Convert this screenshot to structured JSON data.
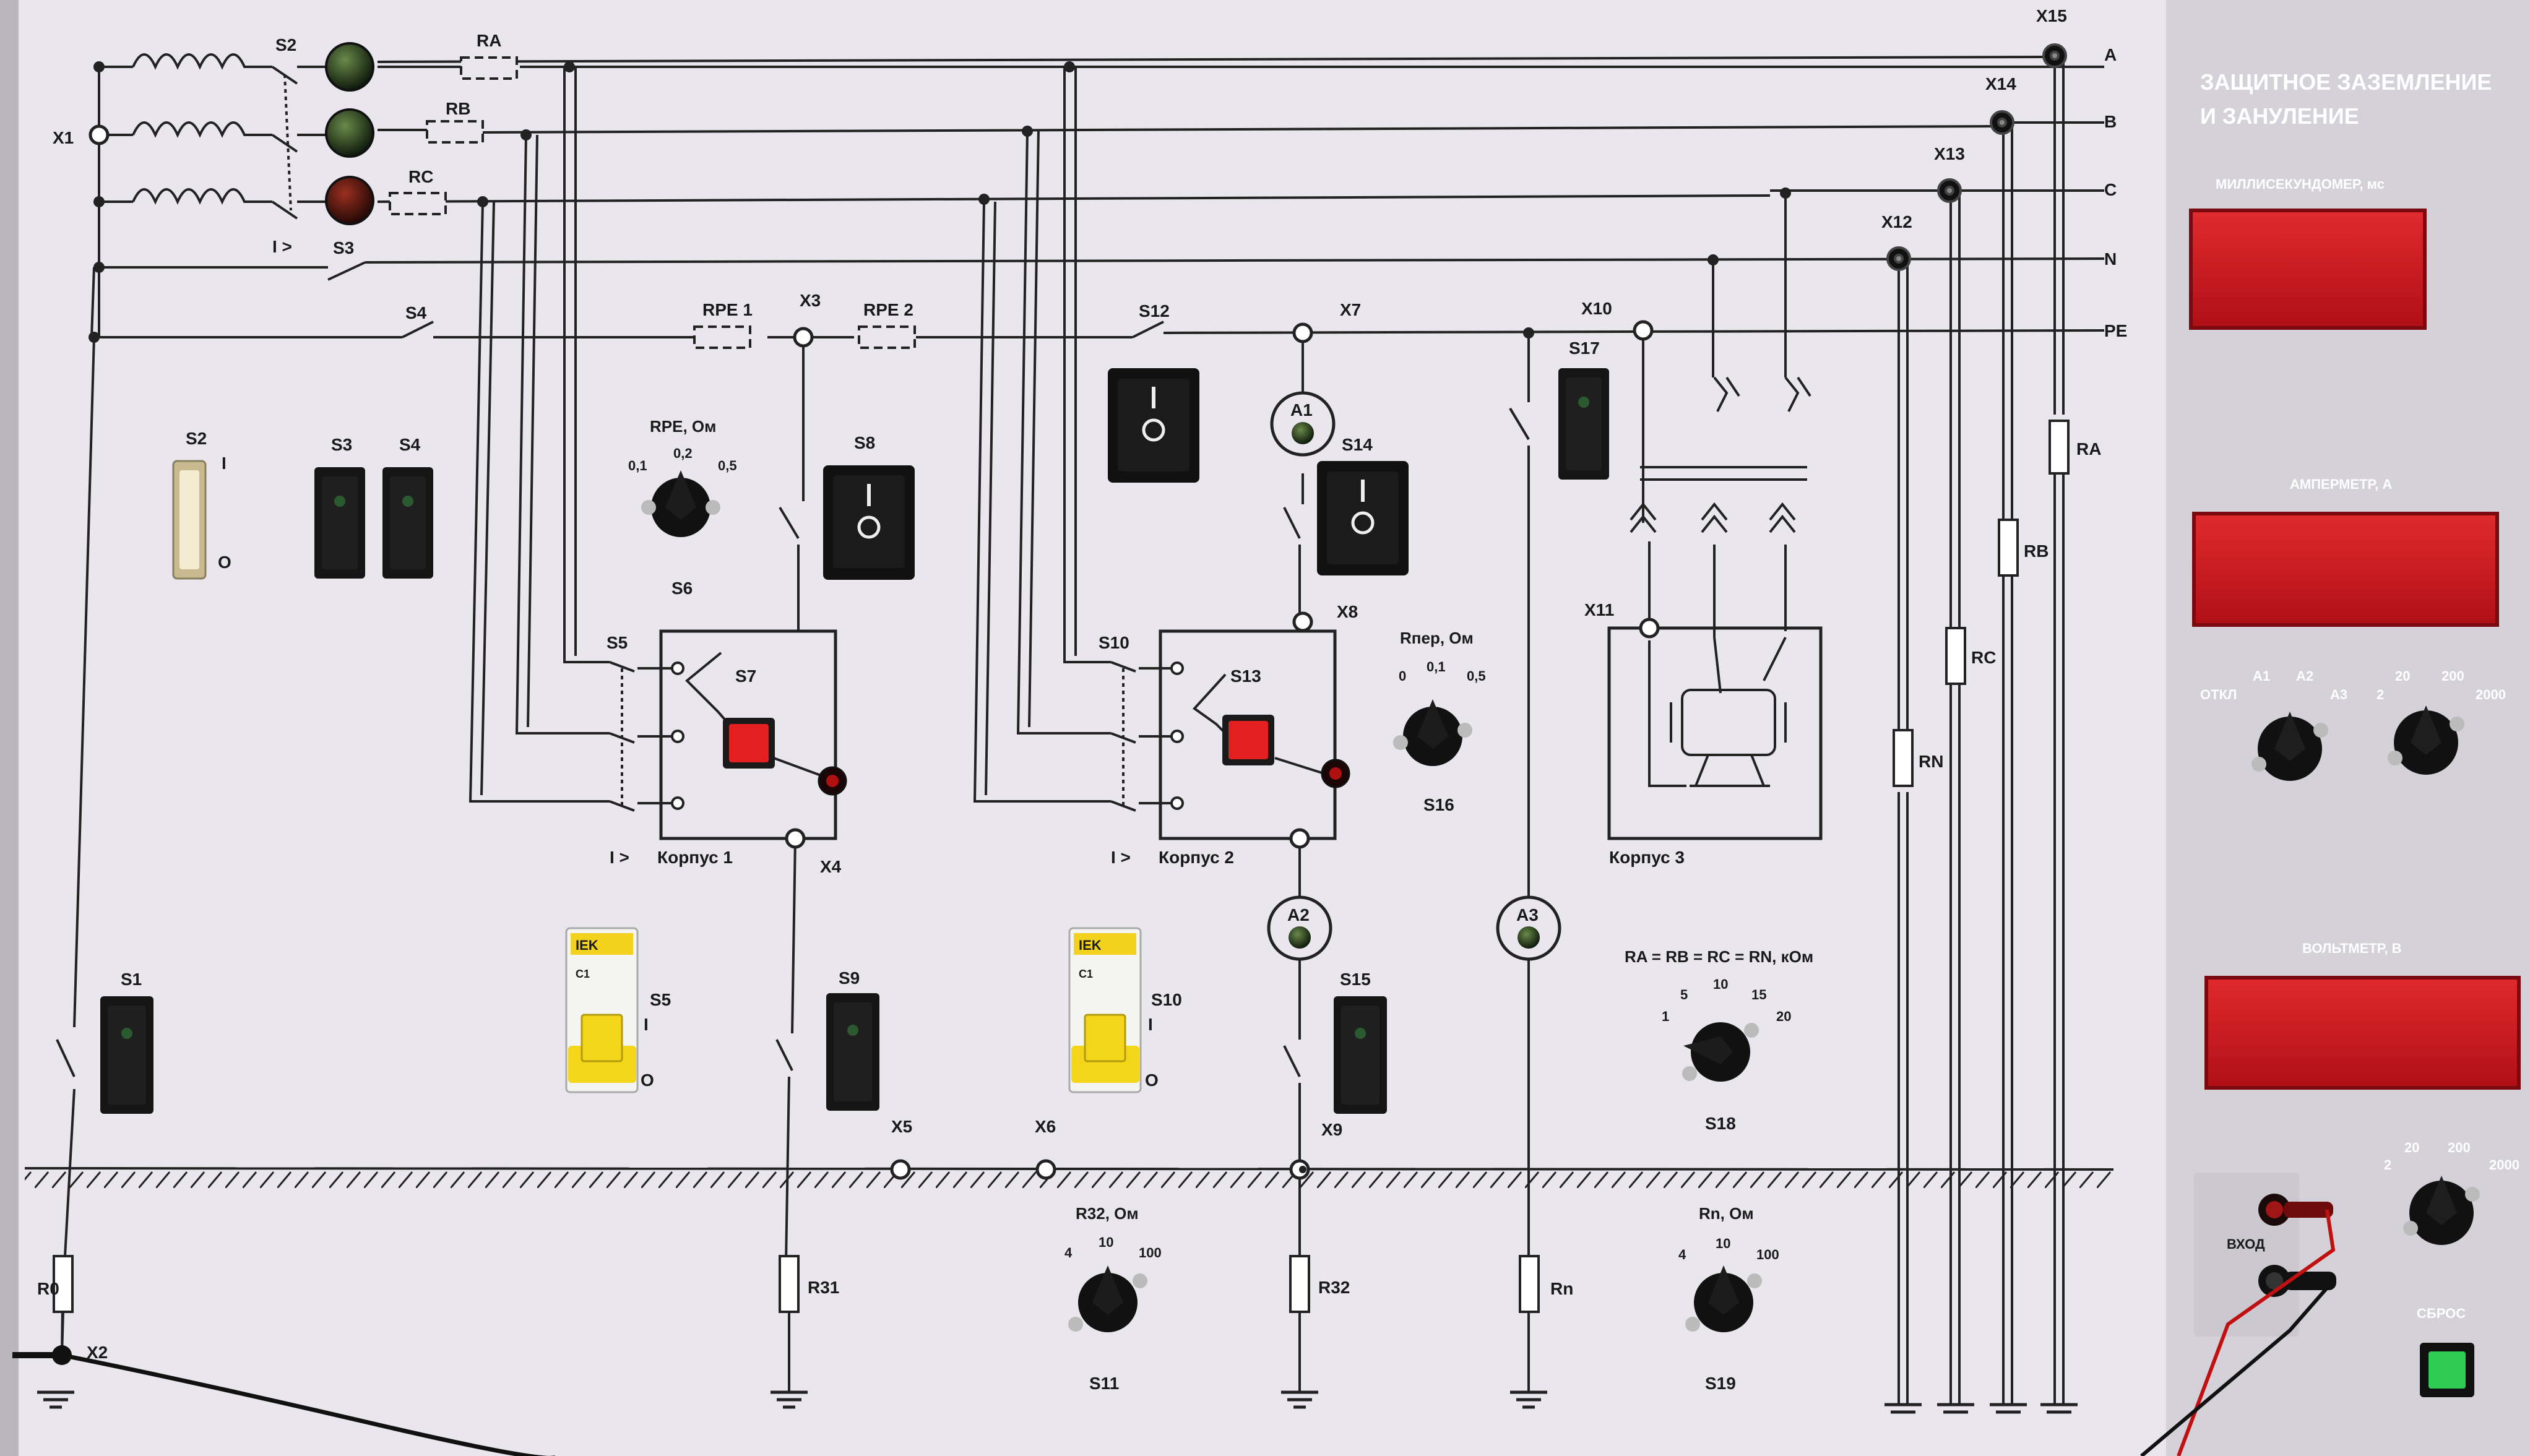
{
  "panel": {
    "title_line1": "ЗАЩИТНОЕ ЗАЗЕМЛЕНИЕ",
    "title_line2": "И ЗАНУЛЕНИЕ",
    "ms_label": "МИЛЛИСЕКУНДОМЕР, мс",
    "amp_label": "АМПЕРМЕТР, А",
    "volt_label": "ВОЛЬТМЕТР, В",
    "amp_sel": {
      "l1": "ОТКЛ",
      "l2": "А1",
      "l3": "А2",
      "l4": "А3"
    },
    "amp_range": {
      "l1": "2",
      "l2": "20",
      "l3": "200",
      "l4": "2000"
    },
    "volt_range": {
      "l1": "2",
      "l2": "20",
      "l3": "200",
      "l4": "2000"
    },
    "input_label": "ВХОД",
    "reset_label": "СБРОС"
  },
  "buses": {
    "a": "A",
    "b": "B",
    "c": "C",
    "n": "N",
    "pe": "PE"
  },
  "labels": {
    "x1": "X1",
    "x2": "X2",
    "x3": "X3",
    "x4": "X4",
    "x5": "X5",
    "x6": "X6",
    "x7": "X7",
    "x8": "X8",
    "x9": "X9",
    "x10": "X10",
    "x11": "X11",
    "x12": "X12",
    "x13": "X13",
    "x14": "X14",
    "x15": "X15",
    "s1": "S1",
    "s2": "S2",
    "s3": "S3",
    "s4": "S4",
    "s5": "S5",
    "s6": "S6",
    "s7": "S7",
    "s8": "S8",
    "s9": "S9",
    "s10": "S10",
    "s11": "S11",
    "s12": "S12",
    "s13": "S13",
    "s14": "S14",
    "s15": "S15",
    "s16": "S16",
    "s17": "S17",
    "s18": "S18",
    "s19": "S19",
    "ra": "RA",
    "rb": "RB",
    "rc": "RC",
    "rpe1": "RPE 1",
    "rpe2": "RPE 2",
    "r0": "R0",
    "r31": "R31",
    "r32": "R32",
    "rn": "Rn",
    "rn_mid": "RN",
    "rc_mid": "RC",
    "rb_mid": "RB",
    "ra_mid": "RA",
    "overcurrent": "I >",
    "korpus1": "Корпус 1",
    "korpus2": "Корпус 2",
    "korpus3": "Корпус 3",
    "a1": "A1",
    "a2": "A2",
    "a3": "A3",
    "s2_on": "I",
    "s2_off": "O",
    "s5_on": "I",
    "s5_off": "O",
    "s10_on": "I",
    "s10_off": "O"
  },
  "knobs": {
    "rpe": {
      "title": "RPE, Ом",
      "v1": "0,1",
      "v2": "0,2",
      "v3": "0,5"
    },
    "rper": {
      "title": "Rпер, Ом",
      "v1": "0",
      "v2": "0,1",
      "v3": "0,5"
    },
    "rphase": {
      "title": "RA = RB = RC = RN, кОм",
      "v1": "1",
      "v2": "5",
      "v3": "10",
      "v4": "15",
      "v5": "20"
    },
    "r32": {
      "title": "R32, Ом",
      "v1": "4",
      "v2": "10",
      "v3": "100"
    },
    "rn": {
      "title": "Rn, Ом",
      "v1": "4",
      "v2": "10",
      "v3": "100"
    }
  },
  "breaker": {
    "brand": "IEK",
    "rating": "C1"
  },
  "colors": {
    "display_red": "#c8141b",
    "panel_bg": "#d4d1d8",
    "board_bg": "#e9e6ee",
    "reset_green": "#2ecc52"
  }
}
